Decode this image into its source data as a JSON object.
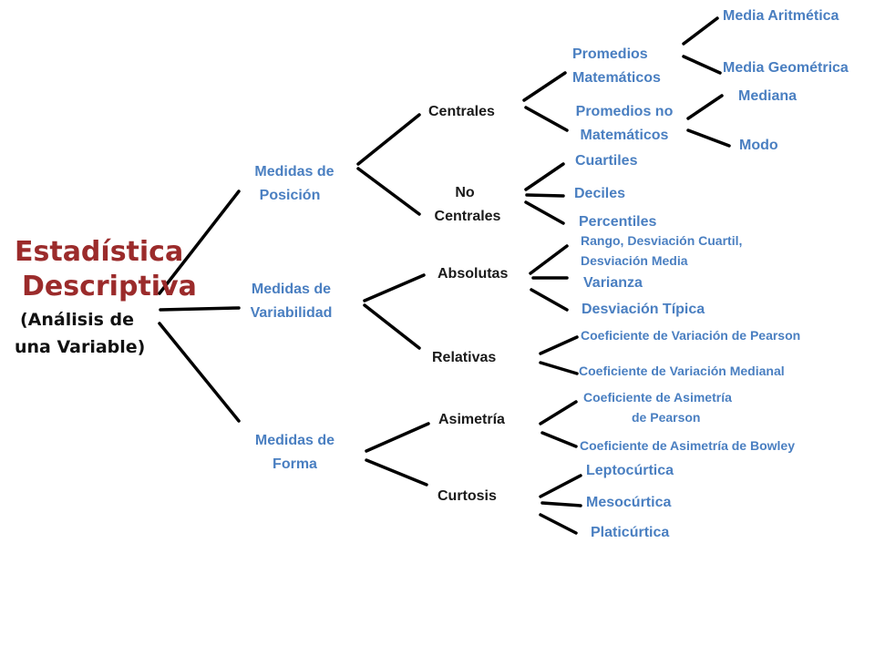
{
  "title": {
    "line1": "Estadística",
    "line2": "Descriptiva",
    "sub1": "(Análisis de",
    "sub2": "una Variable)"
  },
  "level1": {
    "posicion": [
      "Medidas de",
      "Posición"
    ],
    "variabilidad": [
      "Medidas de",
      "Variabilidad"
    ],
    "forma": [
      "Medidas de",
      "Forma"
    ]
  },
  "level2": {
    "centrales": "Centrales",
    "no_centrales": [
      "No",
      "Centrales"
    ],
    "absolutas": "Absolutas",
    "relativas": "Relativas",
    "asimetria": "Asimetría",
    "curtosis": "Curtosis"
  },
  "level3": {
    "promedios_mat": [
      "Promedios",
      "Matemáticos"
    ],
    "promedios_no_mat": [
      "Promedios no",
      "Matemáticos"
    ],
    "cuartiles": "Cuartiles",
    "deciles": "Deciles",
    "percentiles": "Percentiles",
    "rango": [
      "Rango, Desviación Cuartil,",
      "Desviación Media"
    ],
    "varianza": "Varianza",
    "desviacion_tipica": "Desviación Típica",
    "cv_pearson": "Coeficiente de Variación  de  Pearson",
    "cv_medianal": "Coeficiente de Variación Medianal",
    "ca_pearson": [
      "Coeficiente de Asimetría",
      "de Pearson"
    ],
    "ca_bowley": "Coeficiente de Asimetría de Bowley",
    "leptocurtica": "Leptocúrtica",
    "mesocurtica": "Mesocúrtica",
    "platicurtica": "Platicúrtica"
  },
  "level4": {
    "media_aritmetica": "Media Aritmética",
    "media_geometrica": "Media Geométrica",
    "mediana": "Mediana",
    "modo": "Modo"
  },
  "colors": {
    "title": "#9b2b2b",
    "category": "#4a7fc1",
    "subcategory": "#1a1a1a",
    "lines": "#000000"
  }
}
